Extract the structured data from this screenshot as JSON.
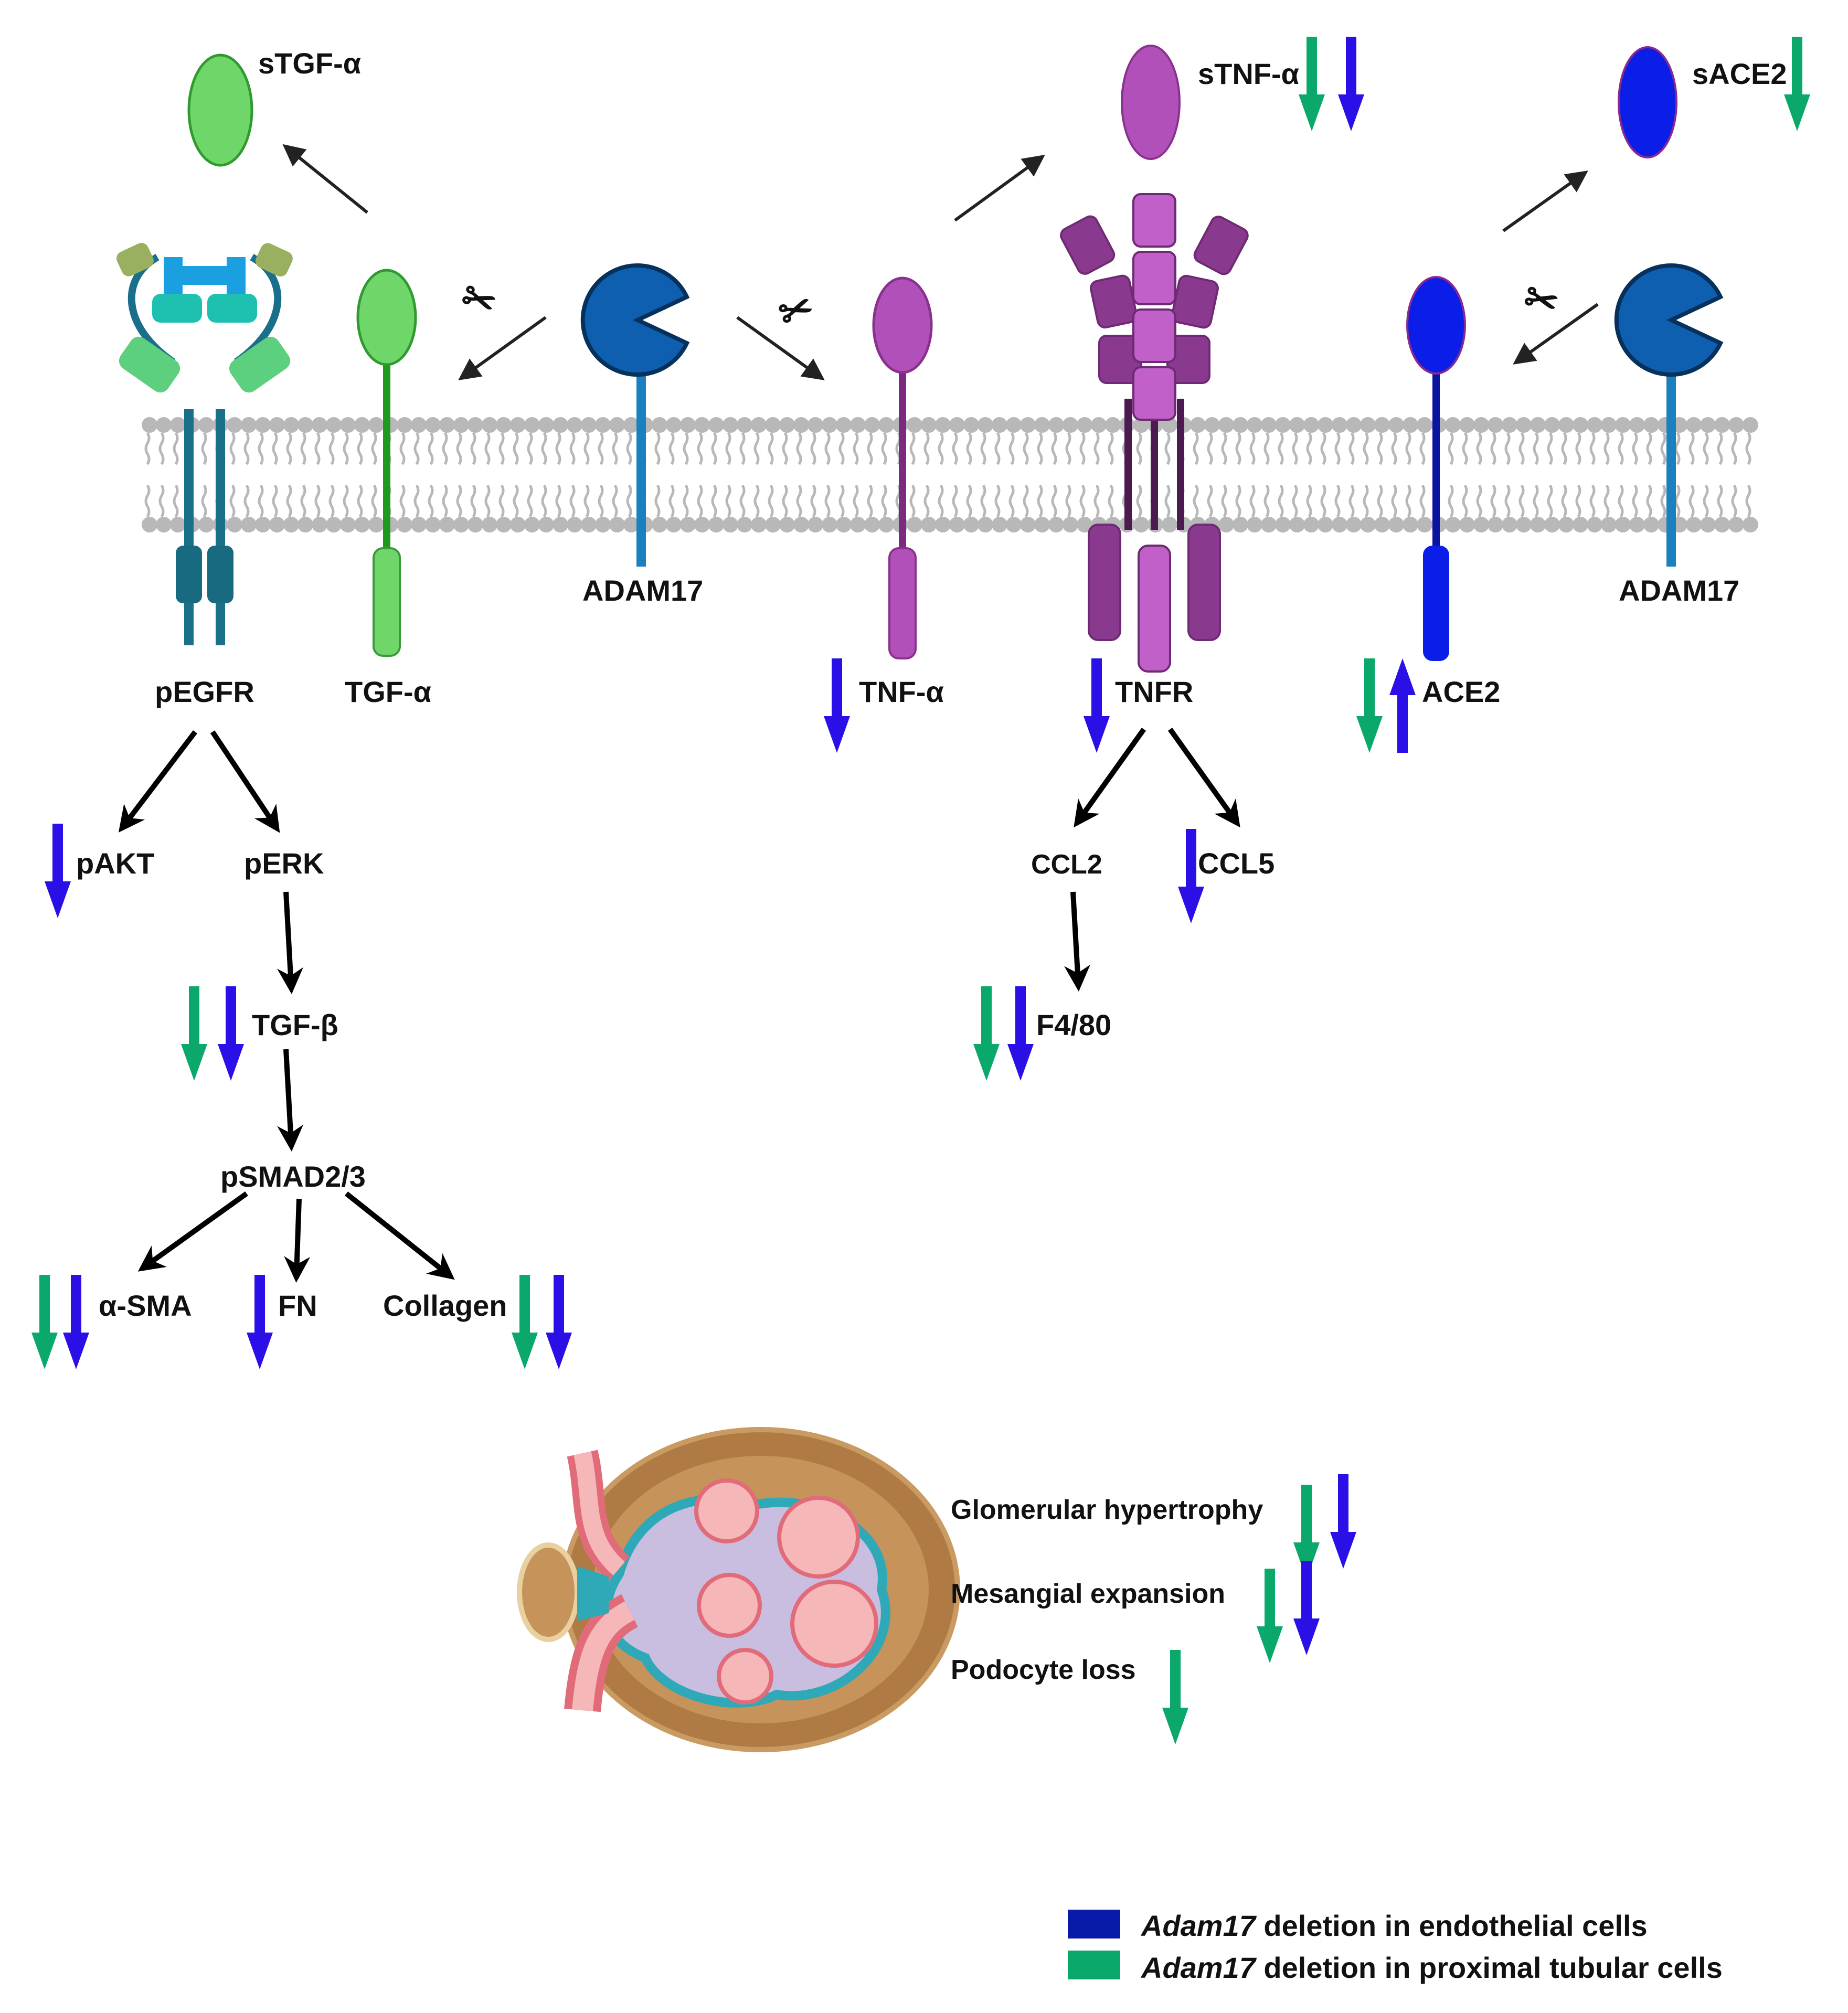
{
  "colors": {
    "endothelial_blue": "#2a10e6",
    "proximal_green": "#0aa86a",
    "adam17_blue": "#0f5fb0",
    "tgf_green": "#6fd66a",
    "tnf_purple": "#b050b8",
    "tnfr_purple": "#8a3a8e",
    "ace2_blue": "#0a1ee8",
    "egfr_teal": "#1a6f8a",
    "membrane_gray": "#b8b8b8"
  },
  "labels": {
    "stgfa": "sTGF-α",
    "stnfa": "sTNF-α",
    "sace2": "sACE2",
    "adam17_left": "ADAM17",
    "adam17_right": "ADAM17",
    "pegfr": "pEGFR",
    "tgfa": "TGF-α",
    "tnfa": "TNF-α",
    "tnfr": "TNFR",
    "ace2": "ACE2",
    "pakt": "pAKT",
    "perk": "pERK",
    "tgfb": "TGF-β",
    "psmad": "pSMAD2/3",
    "asma": "α-SMA",
    "fn": "FN",
    "collagen": "Collagen",
    "ccl2": "CCL2",
    "ccl5": "CCL5",
    "f480": "F4/80",
    "glomerular": "Glomerular hypertrophy",
    "mesangial": "Mesangial expansion",
    "podocyte": "Podocyte loss"
  },
  "icons": {
    "scissors": "✂"
  },
  "legend": {
    "endothelial": {
      "gene": "Adam17",
      "rest": " deletion in endothelial cells",
      "color": "#0a1aa8"
    },
    "proximal": {
      "gene": "Adam17",
      "rest": " deletion in proximal tubular cells",
      "color": "#0aa86a"
    }
  }
}
